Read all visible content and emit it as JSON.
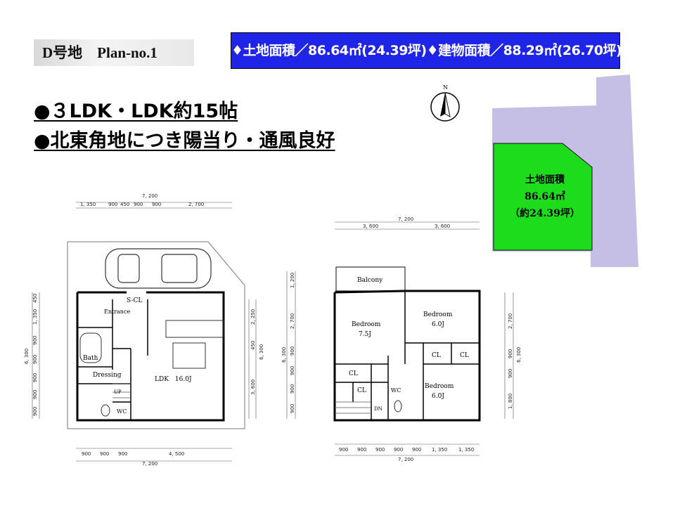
{
  "header": {
    "plan_label": "D号地　Plan-no.1",
    "area_banner": "♦土地面積／86.64㎡(24.39坪)♦建物面積／88.29㎡(26.70坪)"
  },
  "features": [
    "●３LDK・LDK約15帖",
    "●北東角地につき陽当り・通風良好"
  ],
  "site_map": {
    "label_line1": "土地面積",
    "label_line2": "86.64㎡",
    "label_line3": "（約24.39坪）",
    "colors": {
      "road": "#c6bfe5",
      "lot": "#1cdc1c"
    }
  },
  "compass": {
    "north": "N"
  },
  "floor1": {
    "total_width": "7, 200",
    "top_dims": [
      "1, 350",
      "900",
      "450",
      "900",
      "900",
      "2, 700"
    ],
    "bottom_dims": [
      "900",
      "900",
      "900",
      "4, 500"
    ],
    "bottom_total": "7, 200",
    "left_total": "6, 300",
    "left_dims": [
      "450",
      "1, 350",
      "900",
      "900",
      "900",
      "900",
      "900"
    ],
    "right_dims": [
      "2, 250",
      "450",
      "3, 600"
    ],
    "right_total": "6, 300",
    "rooms": {
      "scl": "S-CL",
      "entrance": "Entrance",
      "bath": "Bath",
      "dressing": "Dressing",
      "up": "UP",
      "wc": "WC",
      "ldk": "LDK　16.0J"
    }
  },
  "floor2": {
    "total_width": "7, 200",
    "top_dims": [
      "3, 600",
      "3, 600"
    ],
    "bottom_dims": [
      "900",
      "900",
      "900",
      "900",
      "900",
      "1, 350",
      "1, 350"
    ],
    "bottom_total": "7, 200",
    "left_dims": [
      "1, 200",
      "2, 700",
      "900",
      "900",
      "900",
      "900"
    ],
    "left_total": "6, 300",
    "right_dims": [
      "2, 700",
      "900",
      "900",
      "1, 800"
    ],
    "right_total": "6, 300",
    "rooms": {
      "balcony": "Balcony",
      "bedroom1": "Bedroom",
      "bedroom1_size": "7.5J",
      "bedroom2": "Bedroom",
      "bedroom2_size": "6.0J",
      "bedroom3": "Bedroom",
      "bedroom3_size": "6.0J",
      "cl1": "CL",
      "cl2": "CL",
      "cl3": "CL",
      "cl4": "CL",
      "wc": "WC",
      "dn": "DN"
    }
  }
}
